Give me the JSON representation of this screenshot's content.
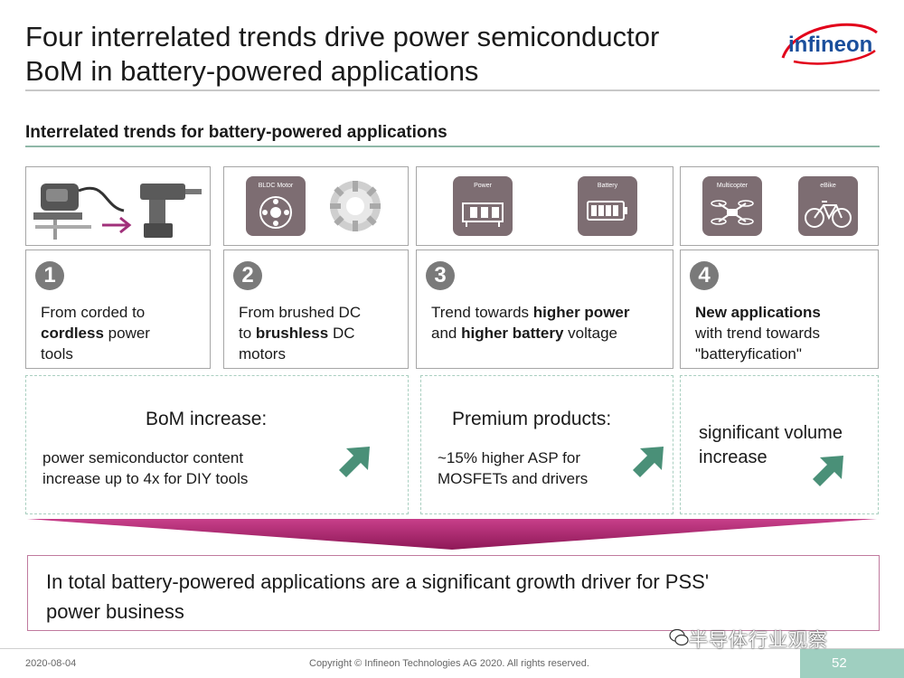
{
  "header": {
    "title_line1": "Four interrelated trends drive power semiconductor",
    "title_line2": "BoM in battery-powered applications",
    "logo_text": "infineon"
  },
  "section": {
    "title": "Interrelated trends for battery-powered applications"
  },
  "image_row": {
    "tile_labels": [
      "BLDC Motor",
      "Power",
      "Battery",
      "Multicopter",
      "eBike"
    ]
  },
  "trends": [
    {
      "number": "1",
      "line1": "From corded to",
      "line2_bold": "cordless",
      "line2_rest": " power",
      "line3": "tools"
    },
    {
      "number": "2",
      "line1": "From brushed DC",
      "line2_pre": "to ",
      "line2_bold": "brushless",
      "line2_rest": " DC",
      "line3": "motors"
    },
    {
      "number": "3",
      "line1_pre": "Trend towards ",
      "line1_bold": "higher power",
      "line2_pre": "and ",
      "line2_bold": "higher battery",
      "line2_rest": " voltage"
    },
    {
      "number": "4",
      "line1_bold": "New applications",
      "line2": "with trend towards",
      "line3": "\"batteryfication\""
    }
  ],
  "impacts": [
    {
      "heading": "BoM increase:",
      "line1": "power semiconductor content",
      "line2": "increase up to 4x for DIY tools"
    },
    {
      "heading": "Premium products:",
      "line1": "~15% higher ASP for",
      "line2": "MOSFETs and drivers"
    },
    {
      "line1": "significant volume",
      "line2": "increase"
    }
  ],
  "summary": {
    "line1": "In total battery-powered applications are a significant growth driver for PSS'",
    "line2": "power business"
  },
  "footer": {
    "date": "2020-08-04",
    "copyright": "Copyright © Infineon Technologies AG 2020. All rights reserved.",
    "page": "52",
    "watermark": "半导体行业观察"
  },
  "colors": {
    "accent_teal": "#8fb8a8",
    "arrow_green": "#4a9078",
    "magenta": "#b0236f",
    "icon_tile": "#7d6d72",
    "infineon_red": "#e2001a",
    "infineon_blue": "#1a4f9c"
  },
  "icons": [
    "jigsaw-icon",
    "cordless-drill-icon",
    "transition-arrow-icon",
    "bldc-motor-icon",
    "stator-icon",
    "power-module-icon",
    "battery-icon",
    "multicopter-icon",
    "ebike-icon",
    "increase-arrow-icon",
    "funnel-arrow-icon"
  ]
}
